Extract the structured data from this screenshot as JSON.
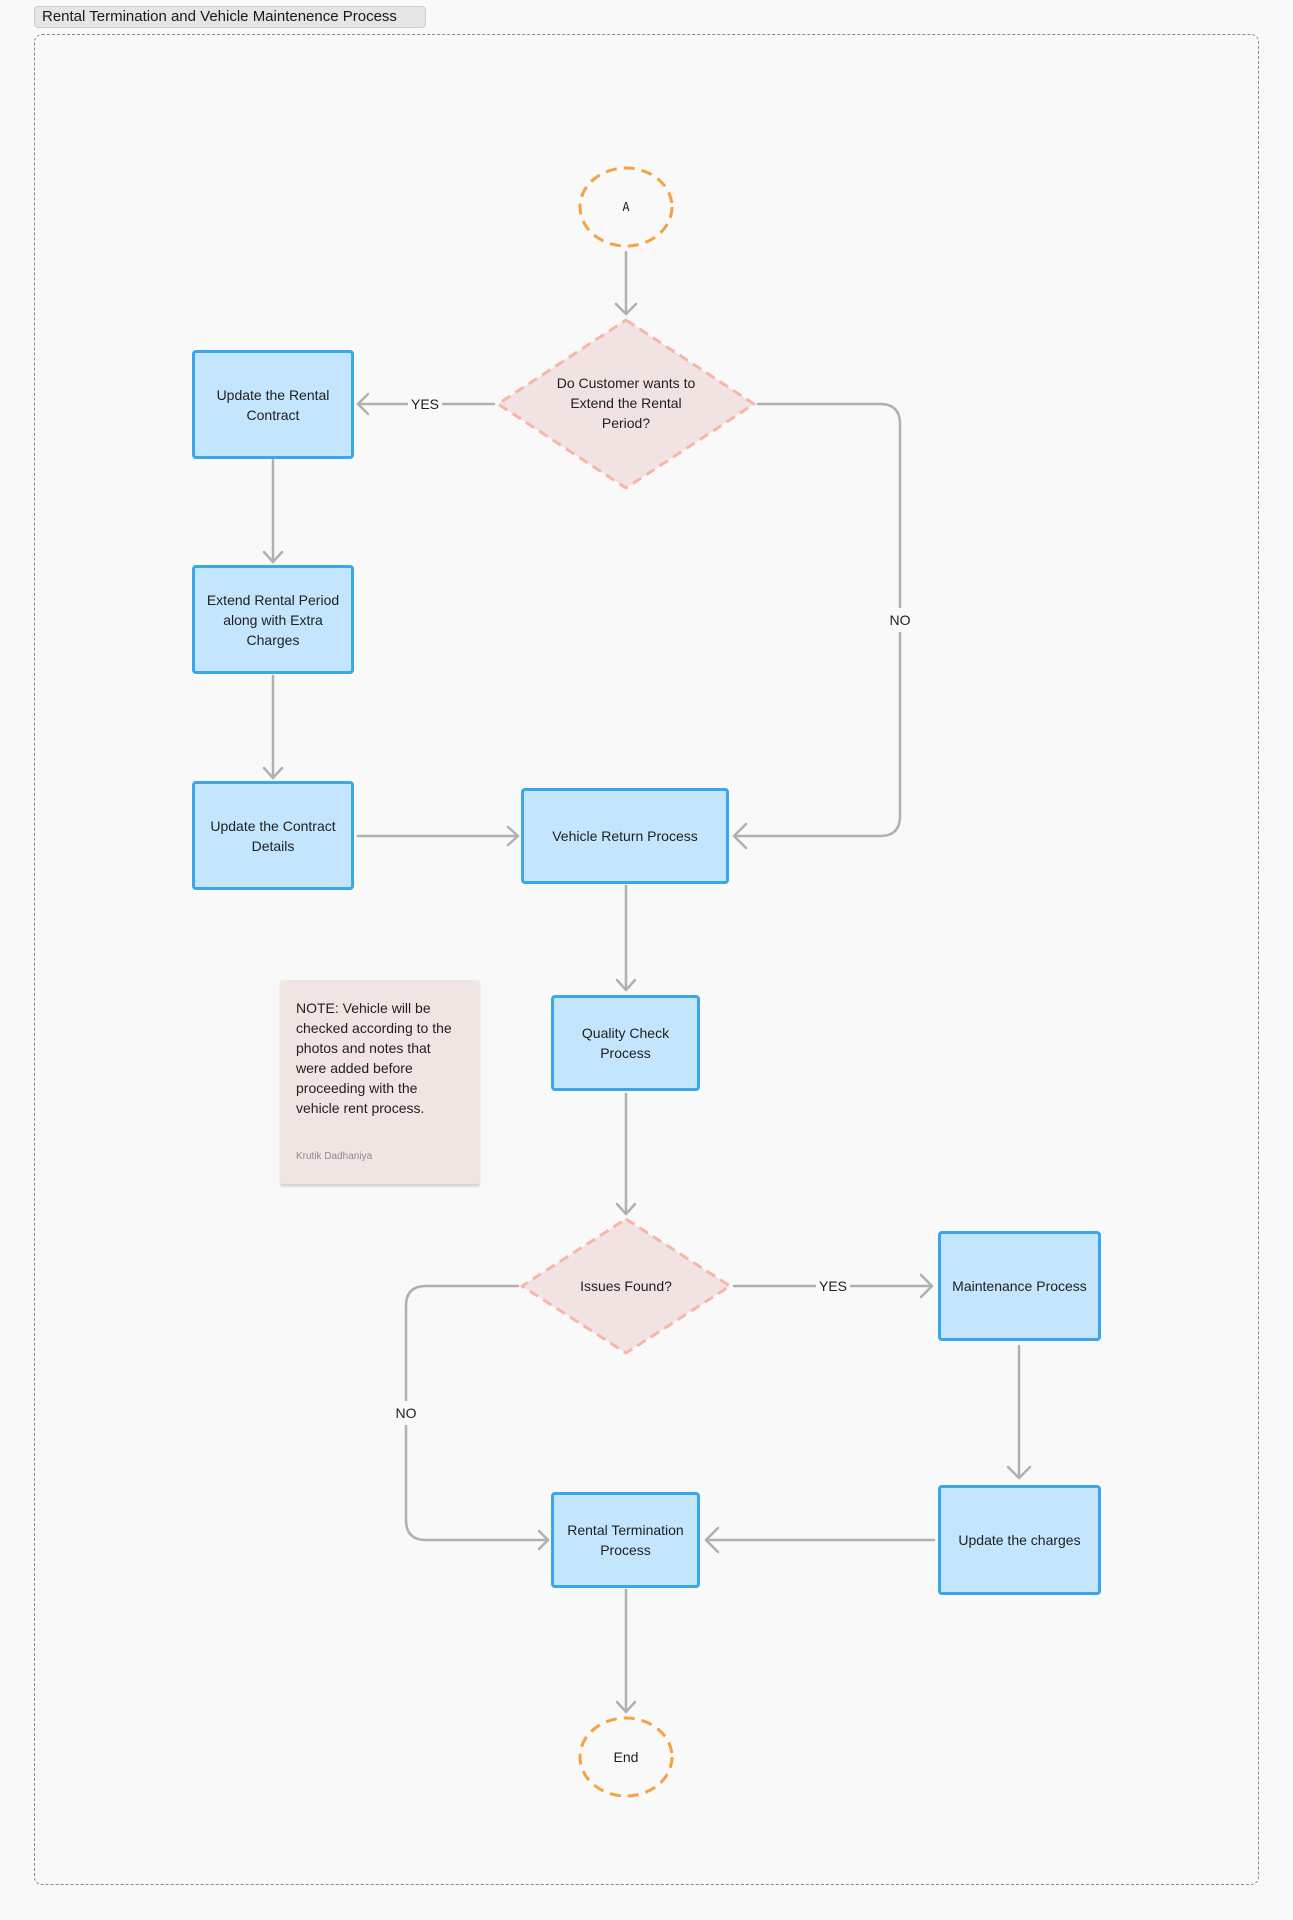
{
  "title": "Rental Termination and Vehicle Maintenence Process",
  "nodes": {
    "start": "A",
    "decision_extend": "Do Customer wants to Extend the Rental Period?",
    "update_contract": "Update the Rental Contract",
    "extend_period": "Extend Rental Period along with Extra Charges",
    "update_details": "Update the Contract Details",
    "vehicle_return": "Vehicle Return Process",
    "quality_check": "Quality Check Process",
    "decision_issues": "Issues Found?",
    "maintenance": "Maintenance Process",
    "update_charges": "Update the charges",
    "rental_termination": "Rental Termination Process",
    "end": "End"
  },
  "edges": {
    "extend_yes": "YES",
    "extend_no": "NO",
    "issues_yes": "YES",
    "issues_no": "NO"
  },
  "note": {
    "text": "NOTE: Vehicle will be checked according to the photos and notes that were added before proceeding with the vehicle rent process.",
    "author": "Krutik Dadhaniya"
  },
  "colors": {
    "process_fill": "#c3e5fd",
    "process_border": "#3ba6ea",
    "decision_fill": "#f1e3e1",
    "decision_border": "#f9b6a8",
    "terminal_border": "#f6a243",
    "connector": "#b0b0b0",
    "note_fill": "#f1e5e3"
  }
}
